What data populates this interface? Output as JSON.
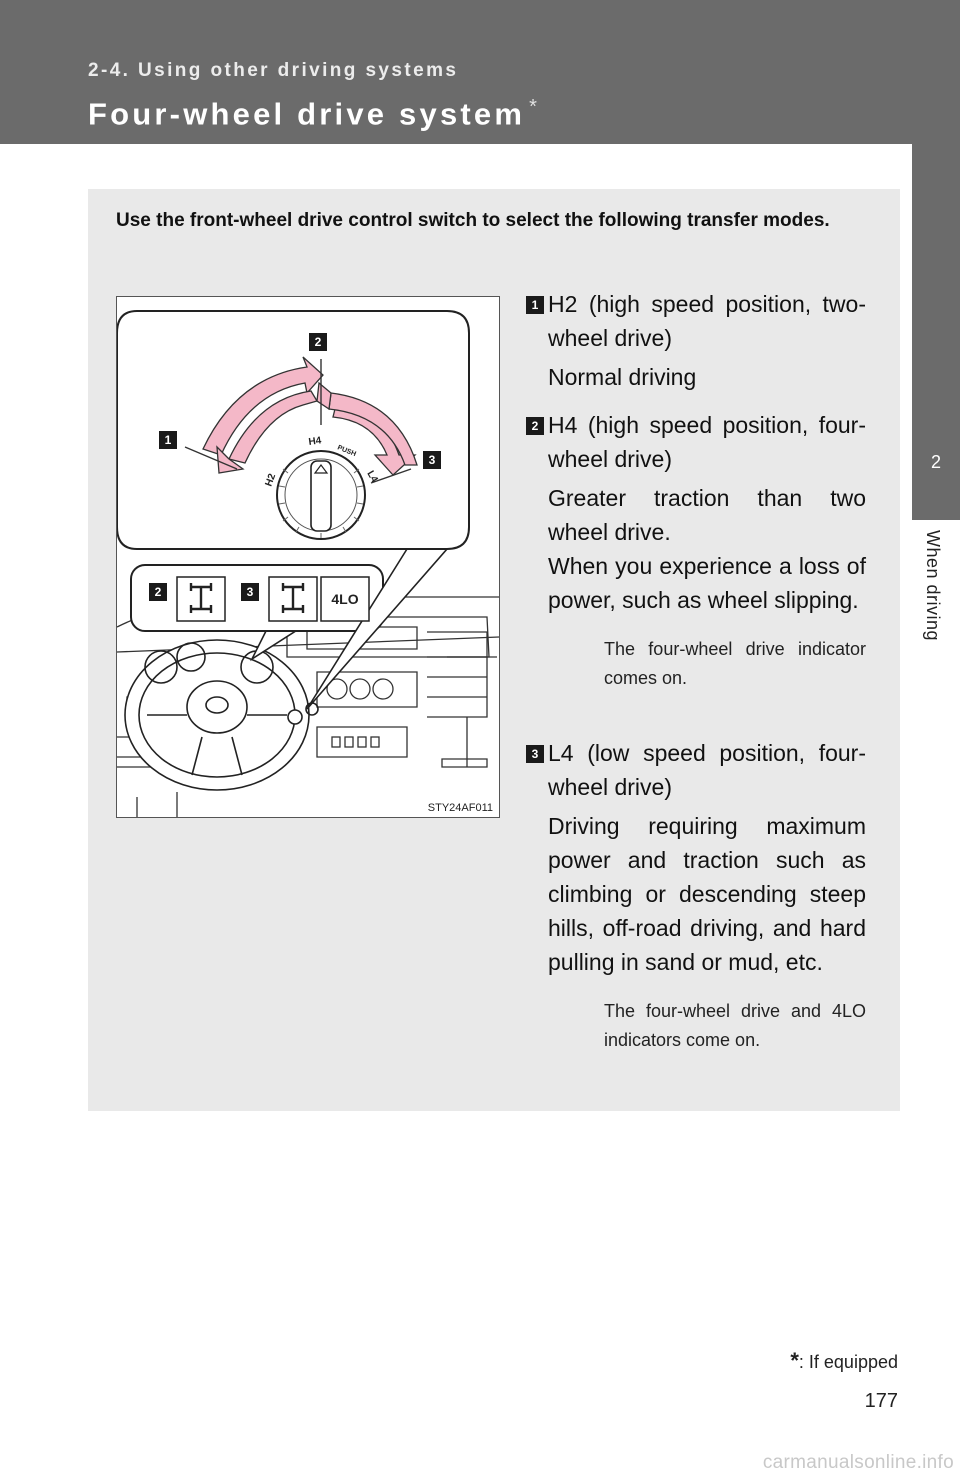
{
  "header": {
    "section": "2-4. Using other driving systems",
    "title": "Four-wheel drive system",
    "title_asterisk": "*"
  },
  "side_tab": {
    "number": "2",
    "label": "When driving"
  },
  "intro": "Use the front-wheel drive control switch to select the following transfer modes.",
  "figure": {
    "code": "STY24AF011",
    "callouts": [
      "1",
      "2",
      "3",
      "2",
      "3"
    ],
    "dial_labels": {
      "h2": "H2",
      "h4": "H4",
      "push": "PUSH",
      "l4": "L4"
    },
    "indicator_4lo": "4LO"
  },
  "items": [
    {
      "number": "1",
      "title": "H2 (high speed position, two-wheel drive)",
      "description": "Normal driving",
      "note": ""
    },
    {
      "number": "2",
      "title": "H4 (high speed position, four-wheel drive)",
      "description": "Greater traction than two wheel drive.",
      "description2": "When you experience a loss of power, such as wheel slipping.",
      "note": "The four-wheel drive indicator comes on."
    },
    {
      "number": "3",
      "title": "L4 (low speed position, four-wheel drive)",
      "description": "Driving requiring maximum power and traction such as climbing or descending steep hills, off-road driving, and hard pulling in sand or mud, etc.",
      "note": "The four-wheel drive and 4LO indicators come on."
    }
  ],
  "footnote": {
    "symbol": "*",
    "text": ": If equipped"
  },
  "page_number": "177",
  "watermark": "carmanualsonline.info"
}
